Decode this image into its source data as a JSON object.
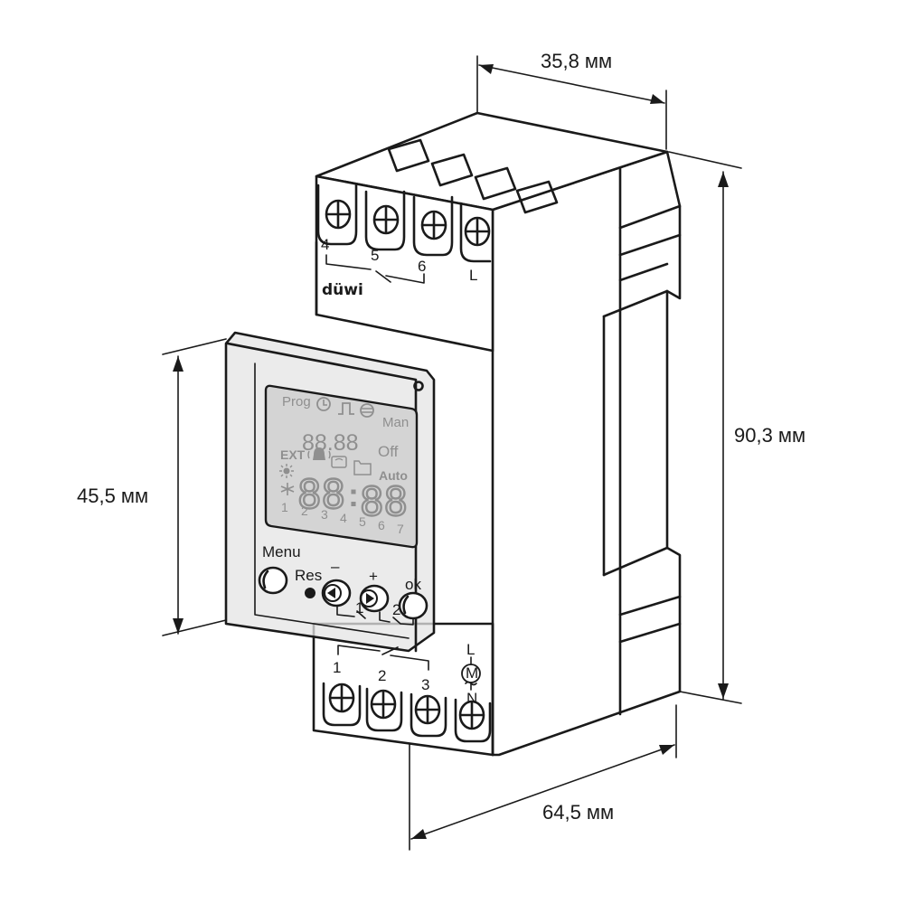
{
  "dimensions": {
    "width": "35,8 мм",
    "height": "90,3 мм",
    "front_height": "45,5 мм",
    "depth": "64,5 мм"
  },
  "brand": "düwi",
  "terminals_top": [
    "4",
    "5",
    "6",
    "L"
  ],
  "terminals_bottom": [
    "1",
    "2",
    "3"
  ],
  "motor_labels": {
    "top": "L",
    "symbol": "M",
    "bottom": "N"
  },
  "lcd": {
    "prog": "Prog",
    "man": "Man",
    "ext": "EXT",
    "small_digits": "88.88",
    "off": "Off",
    "auto": "Auto",
    "big_left": "88",
    "colon": ":",
    "big_right": "88",
    "weekdays": [
      "1",
      "2",
      "3",
      "4",
      "5",
      "6",
      "7"
    ]
  },
  "buttons": {
    "menu": "Menu",
    "res": "Res",
    "minus": "–",
    "plus": "+",
    "ok": "ok",
    "small_1": "1",
    "small_2": "2"
  }
}
